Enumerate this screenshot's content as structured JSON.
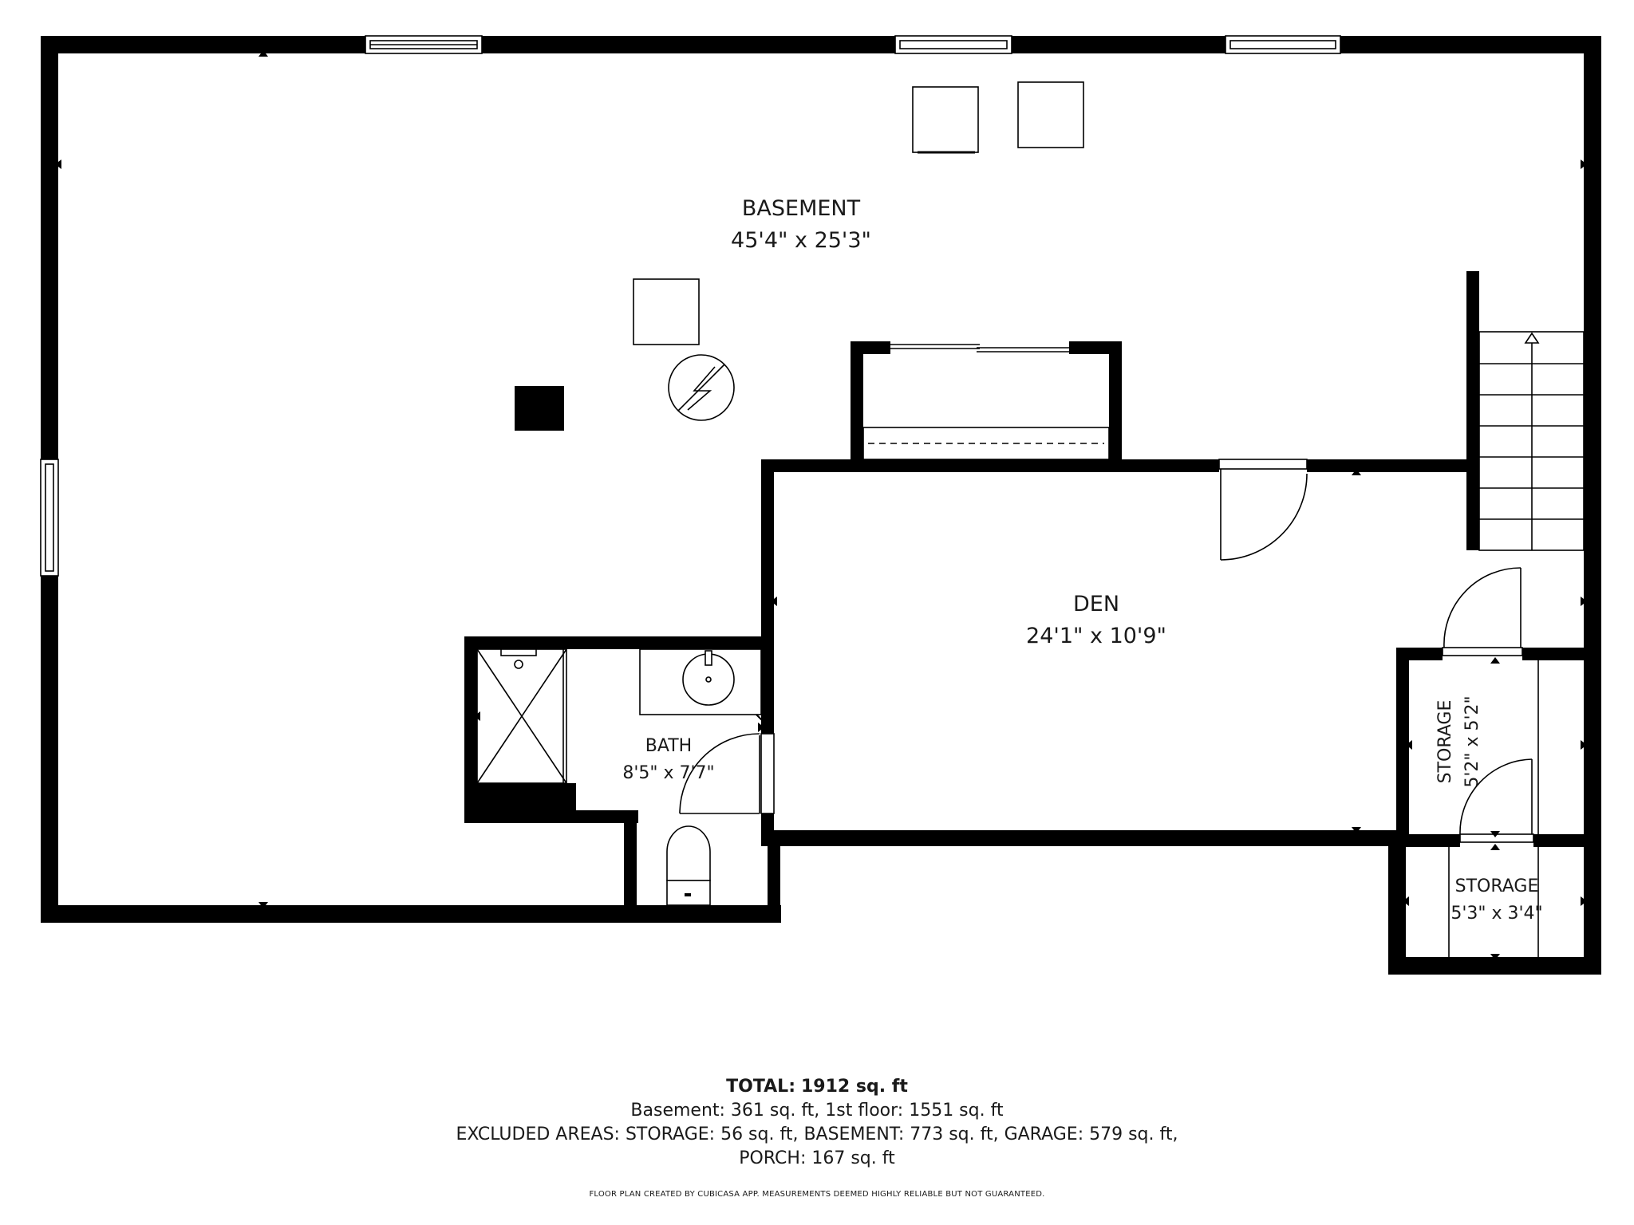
{
  "rooms": {
    "basement": {
      "name": "BASEMENT",
      "dims": "45'4\" x 25'3\""
    },
    "den": {
      "name": "DEN",
      "dims": "24'1\" x 10'9\""
    },
    "bath": {
      "name": "BATH",
      "dims": "8'5\" x 7'7\""
    },
    "storage_upper": {
      "name": "STORAGE",
      "dims": "5'2\" x 5'2\""
    },
    "storage_lower": {
      "name": "STORAGE",
      "dims": "5'3\" x 3'4\""
    }
  },
  "summary": {
    "total_label": "TOTAL:",
    "total_value": "1912 sq. ft",
    "line1": "Basement: 361 sq. ft, 1st floor: 1551 sq. ft",
    "line2": "EXCLUDED AREAS: STORAGE: 56 sq. ft, BASEMENT: 773 sq. ft, GARAGE: 579 sq. ft,",
    "line3": "PORCH: 167 sq. ft"
  },
  "disclaimer": "FLOOR PLAN CREATED BY CUBICASA APP. MEASUREMENTS DEEMED HIGHLY RELIABLE BUT NOT GUARANTEED.",
  "colors": {
    "wall": "#000000",
    "background": "#ffffff",
    "text": "#1a1a1a"
  }
}
